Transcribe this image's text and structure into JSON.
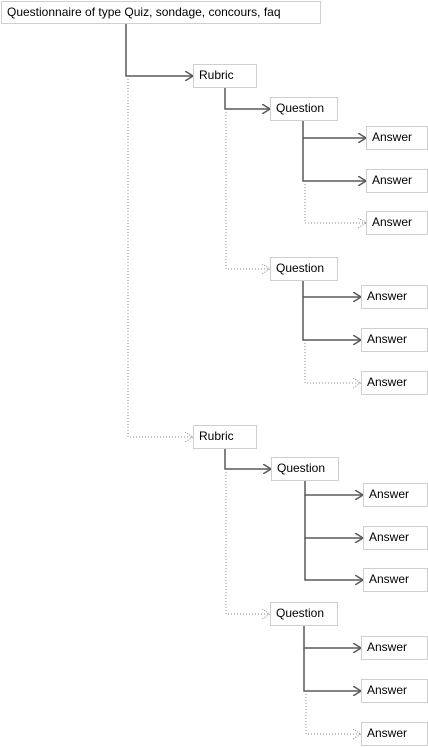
{
  "colors": {
    "line": "#5a5a5a",
    "dotted": "#8a8a8a",
    "node_border": "#cfcfcf",
    "text": "#000000"
  },
  "root": {
    "label": "Questionnaire of type Quiz, sondage, concours, faq"
  },
  "rubrics": [
    {
      "label": "Rubric",
      "questions": [
        {
          "label": "Question",
          "answers": [
            "Answer",
            "Answer",
            "Answer"
          ]
        },
        {
          "label": "Question",
          "answers": [
            "Answer",
            "Answer",
            "Answer"
          ]
        }
      ]
    },
    {
      "label": "Rubric",
      "questions": [
        {
          "label": "Question",
          "answers": [
            "Answer",
            "Answer",
            "Answer"
          ]
        },
        {
          "label": "Question",
          "answers": [
            "Answer",
            "Answer",
            "Answer"
          ]
        }
      ]
    }
  ]
}
